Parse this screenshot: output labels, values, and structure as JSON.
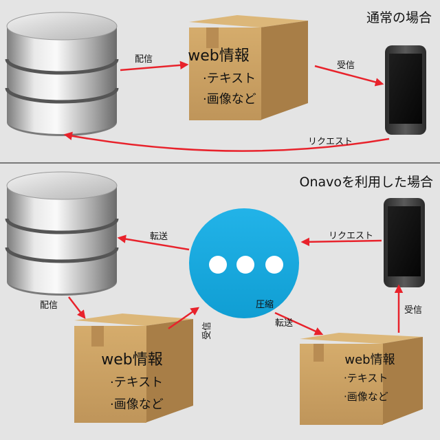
{
  "panels": {
    "normal": {
      "title": "通常の場合",
      "deliver_label": "配信",
      "receive_label": "受信",
      "request_label": "リクエスト",
      "box": {
        "title": "web情報",
        "line1": "·テキスト",
        "line2": "·画像など"
      }
    },
    "onavo": {
      "title": "Onavoを利用した場合",
      "forward_to_server_label": "転送",
      "request_label": "リクエスト",
      "deliver_label": "配信",
      "receive_from_box_label": "受信",
      "compress_label": "圧縮",
      "forward_to_box_label": "転送",
      "receive_to_phone_label": "受信",
      "box_large": {
        "title": "web情報",
        "line1": "·テキスト",
        "line2": "·画像など"
      },
      "box_small": {
        "title": "web情報",
        "line1": "·テキスト",
        "line2": "·画像など"
      }
    }
  },
  "colors": {
    "background": "#e4e4e4",
    "arrow": "#e8222b",
    "proxy_circle": "#17a9e1",
    "box_cardboard": "#c9a063",
    "phone_body": "#333333"
  },
  "icons": {
    "server": "database-server-icon",
    "phone": "smartphone-icon",
    "box": "cardboard-box-icon",
    "proxy": "onavo-proxy-circle-icon"
  }
}
